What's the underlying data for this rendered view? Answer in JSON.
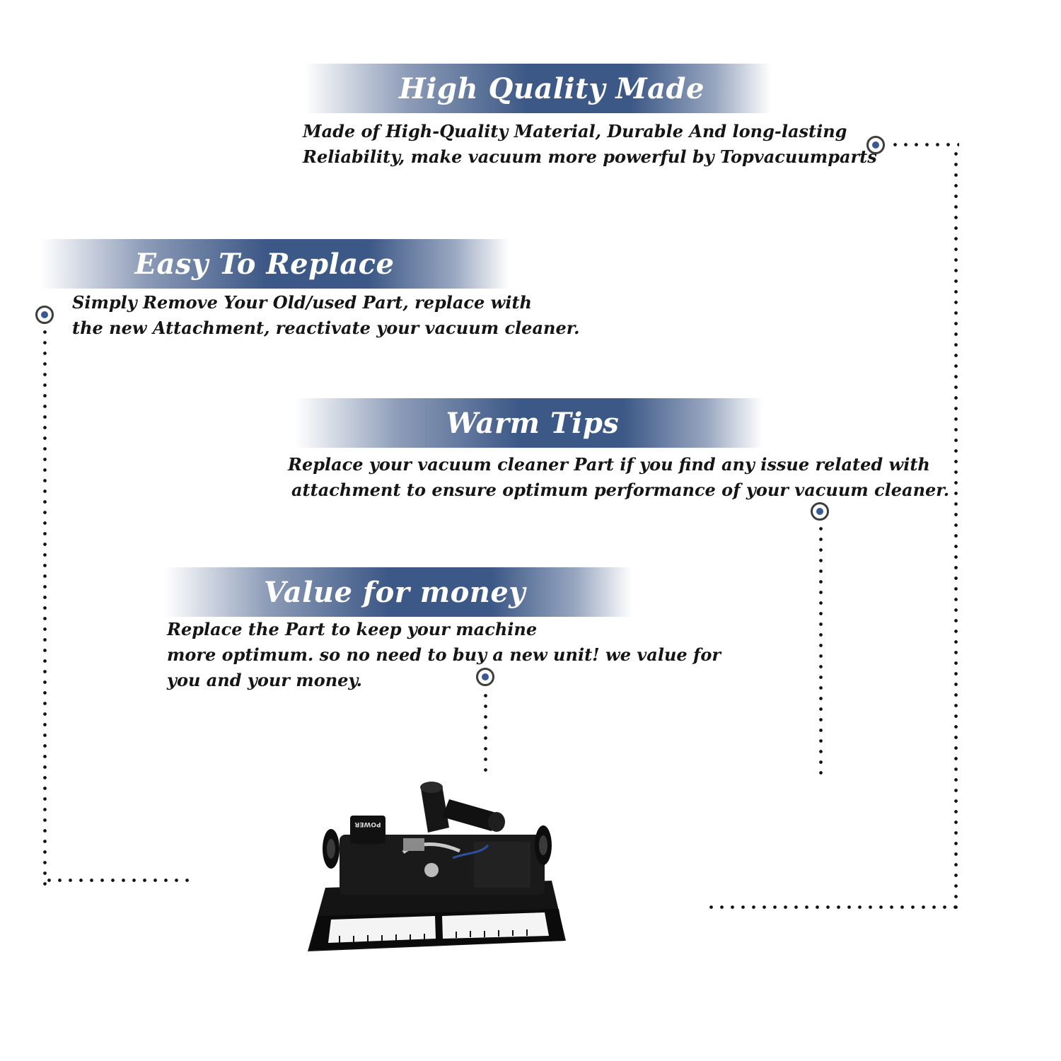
{
  "sections": [
    {
      "title": "High Quality Made",
      "lines": [
        "Made of  High-Quality Material, Durable And long-lasting",
        "Reliability, make vacuum more powerful by Topvacuumparts"
      ]
    },
    {
      "title": "Easy To Replace",
      "lines": [
        "Simply Remove Your Old/used Part, replace with",
        "the new Attachment, reactivate your vacuum cleaner."
      ]
    },
    {
      "title": "Warm Tips",
      "lines": [
        "Replace your vacuum cleaner Part if you find any issue related with",
        "attachment to ensure optimum performance of your vacuum cleaner."
      ]
    },
    {
      "title": "Value for money",
      "lines": [
        "Replace the Part to keep your machine",
        "more optimum. so no need to buy a new unit! we value for",
        "you and your money."
      ]
    }
  ],
  "product": {
    "power_label": "POWER"
  },
  "colors": {
    "banner_blue": "#3c5886",
    "marker_blue": "#3a5a96",
    "text": "#151515"
  }
}
